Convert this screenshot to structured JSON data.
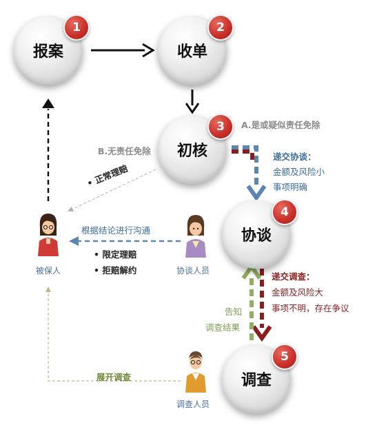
{
  "nodes": [
    {
      "number": "1",
      "label": "报案"
    },
    {
      "number": "2",
      "label": "收单"
    },
    {
      "number": "3",
      "label": "初核"
    },
    {
      "number": "4",
      "label": "协谈"
    },
    {
      "number": "5",
      "label": "调查"
    }
  ],
  "labels": {
    "exempt": "A.是或疑似责任免除",
    "no_exempt": "B.无责任免除",
    "normal_claim": "• 正常理赔",
    "submit_negotiation": "递交协谈：",
    "neg_line1": "金额及风险小",
    "neg_line2": "事项明确",
    "communicate": "根据结论进行沟通",
    "limited_claim": "• 限定理赔",
    "refuse_claim": "• 拒赔解约",
    "submit_investigation": "递交调查：",
    "inv_line1": "金额及风险大",
    "inv_line2": "事项不明，存在争议",
    "notify": "告知",
    "results": "调查结果",
    "start_investigation": "展开调查"
  },
  "people": {
    "insured": "被保人",
    "negotiator": "协谈人员",
    "investigator": "调查人员"
  },
  "colors": {
    "badge": "#c62f28",
    "blue_arrow": "#5b86b2",
    "red_arrow": "#8b1d1d",
    "green_arrow": "#93ad63",
    "dashed_gray": "#a8a8a8"
  }
}
